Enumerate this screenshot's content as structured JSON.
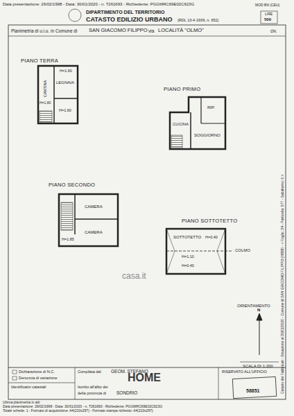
{
  "diagram": {
    "title": "CATASTO EDILIZIO URBANO",
    "nodes": [
      {
        "text": [
          "PIANO TERRA"
        ]
      },
      {
        "text": [
          "PIANO PRIMO"
        ]
      },
      {
        "text": [
          "PIANO SECONDO"
        ]
      },
      {
        "text": [
          "PIANO SOTTOTETTO"
        ]
      }
    ],
    "labels": [
      "Data presentazione: 26/02/1998 - Data: 30/01/2020 - n. T261693 - Richiedente: PGGMRC69E02C623G",
      "MOD BN (CEU)",
      "DIPARTIMENTO DEL TERRITORIO",
      "(RDL 13-4-1939, n. 652)",
      "LIRE",
      "500",
      "Planimetria di u.i.u. in Comune di",
      "SAN GIACOMO FILIPPO",
      "via",
      "LOCALITÀ \"OLMO\"",
      "civ.",
      "H=1.60",
      "LEGNAIA",
      "CANTINA",
      "H=1.80",
      "H=1.60",
      "CUCINA",
      "RIP.",
      "SOGGIORNO",
      "CAMERA",
      "CAMERA",
      "H=1.85",
      "SOTTOTETTO",
      "H=0.40",
      "H=1.10",
      "H=0.40",
      "COLMO",
      "ORIENTAMENTO",
      "N",
      "SCALA DI 1:200",
      "Catasto dei Fabbricati - Situazione al 30/01/2020 - Comune di SAN GIACOMO FILIPPO (H868) - < Foglio: 34 - Particella: 577 - Subalterno: 0 >",
      "Dichiarazione di N.C.",
      "Denuncia di variazione",
      "Identificativi catastali",
      "Compilata dal",
      "GEOM. STEFANO",
      "Iscritto all'albo dei",
      "della provincia di",
      "SONDRIO",
      "RISERVATO ALL'UFFICIO",
      "58851",
      "Ultima planimetria in atti",
      "Data presentazione: 26/02/1998 - Data: 30/01/2020 - n. T261693 - Richiedente: PGGMRC69E02C623G",
      "Totale schede: 1 - Formato di acquisizione: A4(210x297) - Formato stampa richiesto: A4(210x297)",
      "casa.it",
      "HOME"
    ]
  }
}
